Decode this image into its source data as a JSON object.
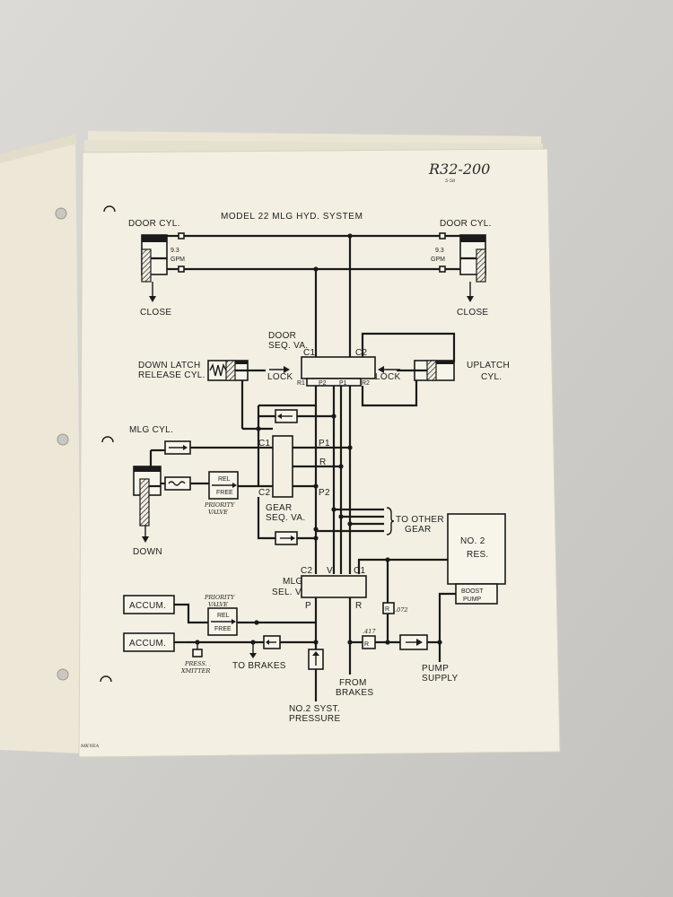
{
  "sheet_number": "R32-200",
  "sheet_sub": "5-58",
  "title": "MODEL 22 MLG HYD. SYSTEM",
  "door_cyl_left": "DOOR CYL.",
  "door_cyl_right": "DOOR CYL.",
  "flow_left_value": "9.3",
  "flow_left_unit": "GPM",
  "flow_right_value": "9.3",
  "flow_right_unit": "GPM",
  "close_left": "CLOSE",
  "close_right": "CLOSE",
  "door_seq_va_line1": "DOOR",
  "door_seq_va_line2": "SEQ. VA.",
  "port_c1_top": "C1",
  "port_c2_top": "C2",
  "port_r1": "R1",
  "port_p2_top": "P2",
  "port_p1_top": "P1",
  "port_r2": "R2",
  "down_latch_line1": "DOWN LATCH",
  "down_latch_line2": "RELEASE CYL.",
  "lock_left": "LOCK",
  "lock_right": "LOCK",
  "uplatch_line1": "UPLATCH",
  "uplatch_line2": "CYL.",
  "mlg_cyl": "MLG CYL.",
  "gear_c1": "C1",
  "gear_p1": "P1",
  "gear_r": "R",
  "gear_c2": "C2",
  "gear_p2": "P2",
  "rel_label": "REL",
  "free_label": "FREE",
  "priority_valve_1_line1": "PRIORITY",
  "priority_valve_1_line2": "VALVE",
  "gear_seq_line1": "GEAR",
  "gear_seq_line2": "SEQ. VA.",
  "down": "DOWN",
  "to_other_line1": "TO OTHER",
  "to_other_line2": "GEAR",
  "no2_res_line1": "NO. 2",
  "no2_res_line2": "RES.",
  "boost_line1": "BOOST",
  "boost_line2": "PUMP",
  "mlg_sel_line1": "MLG",
  "mlg_sel_line2": "SEL. VA.",
  "sel_c2": "C2",
  "sel_v": "V",
  "sel_c1": "C1",
  "sel_p": "P",
  "sel_r": "R",
  "accum_1": "ACCUM.",
  "accum_2": "ACCUM.",
  "priority_valve_2_line1": "PRIORITY",
  "priority_valve_2_line2": "VALVE",
  "rel_label_2": "REL",
  "free_label_2": "FREE",
  "restrictor_label": "R",
  "restrictor_value": ".072",
  "restrictor_2_label": "R",
  "restrictor_2_value": ".417",
  "press_xmitter_line1": "PRESS.",
  "press_xmitter_line2": "XMITTER",
  "to_brakes": "TO BRAKES",
  "from_brakes_line1": "FROM",
  "from_brakes_line2": "BRAKES",
  "pump_supply_line1": "PUMP",
  "pump_supply_line2": "SUPPLY",
  "no2_syst_line1": "NO.2 SYST.",
  "no2_syst_line2": "PRESSURE",
  "corner_mark": "MK-YEA"
}
